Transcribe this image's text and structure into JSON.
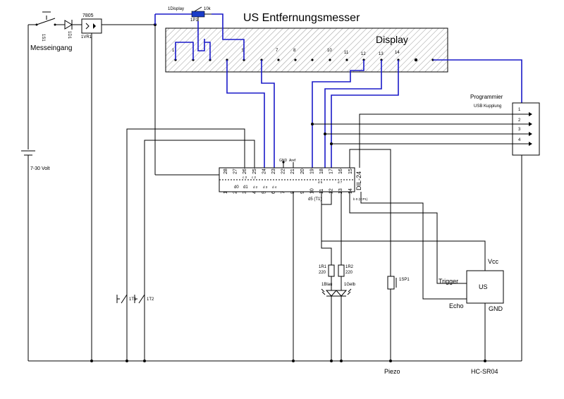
{
  "title": "US Entfernungsmesser",
  "display": {
    "label": "Display",
    "pins": [
      "1",
      "5",
      "7",
      "8",
      "10",
      "11",
      "12",
      "13",
      "14"
    ]
  },
  "input_label": "Messeingang",
  "switch_label": "1S1",
  "diode_label": "1D1",
  "regulator": {
    "part": "7805",
    "label": "1VR1"
  },
  "voltage_label": "7-30 Volt",
  "pot": {
    "ref": "1Display",
    "value": "10k",
    "pin": "1P1"
  },
  "programmer": {
    "title": "Programmier",
    "subtitle": "USB Kupplung",
    "pins": [
      "1",
      "2",
      "3",
      "4"
    ]
  },
  "ic": {
    "label": "DIL-24",
    "top_pins": [
      "28",
      "27",
      "26",
      "25",
      "24",
      "23",
      "22",
      "21",
      "20",
      "19",
      "18",
      "17",
      "16",
      "15"
    ],
    "bottom_pins": [
      "1",
      "2",
      "3",
      "4",
      "5",
      "6",
      "7",
      "8",
      "9",
      "10",
      "11",
      "12",
      "13",
      "14"
    ],
    "top_labels": [
      "c 3",
      "c 2",
      "GND",
      "Aref",
      "d 5",
      "d 7"
    ],
    "bottom_labels": [
      "d0",
      "d1",
      "d 2",
      "d 3",
      "d 4",
      "d5 (T1)",
      "b 0 (ICP1)"
    ]
  },
  "buttons": [
    {
      "label": "1T1"
    },
    {
      "label": "1T2"
    }
  ],
  "resistors": [
    {
      "ref": "1R1",
      "value": "220"
    },
    {
      "ref": "1R2",
      "value": "220"
    }
  ],
  "leds": [
    "1Blau",
    "1Gelb"
  ],
  "piezo": {
    "ref": "1SP1",
    "label": "Piezo"
  },
  "sensor": {
    "label": "US",
    "name": "HC-SR04",
    "pins": {
      "vcc": "Vcc",
      "trigger": "Trigger",
      "echo": "Echo",
      "gnd": "GND"
    }
  }
}
